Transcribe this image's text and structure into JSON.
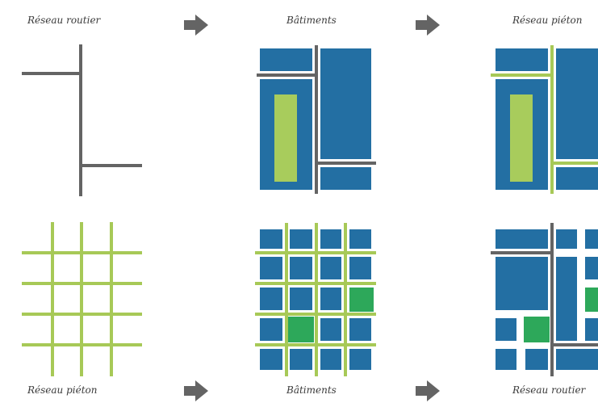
{
  "labels": {
    "top_left": "Réseau routier",
    "top_middle": "Bâtiments",
    "top_right": "Réseau piéton",
    "bottom_left": "Réseau piéton",
    "bottom_middle": "Bâtiments",
    "bottom_right": "Réseau routier"
  },
  "colors": {
    "road": "#646464",
    "pedestrian": "#a7c957",
    "building": "#236fa3",
    "light_green_park": "#a8cc5c",
    "green_park": "#2da85a",
    "arrow": "#646464"
  },
  "icons": [
    "right-arrow-icon"
  ]
}
